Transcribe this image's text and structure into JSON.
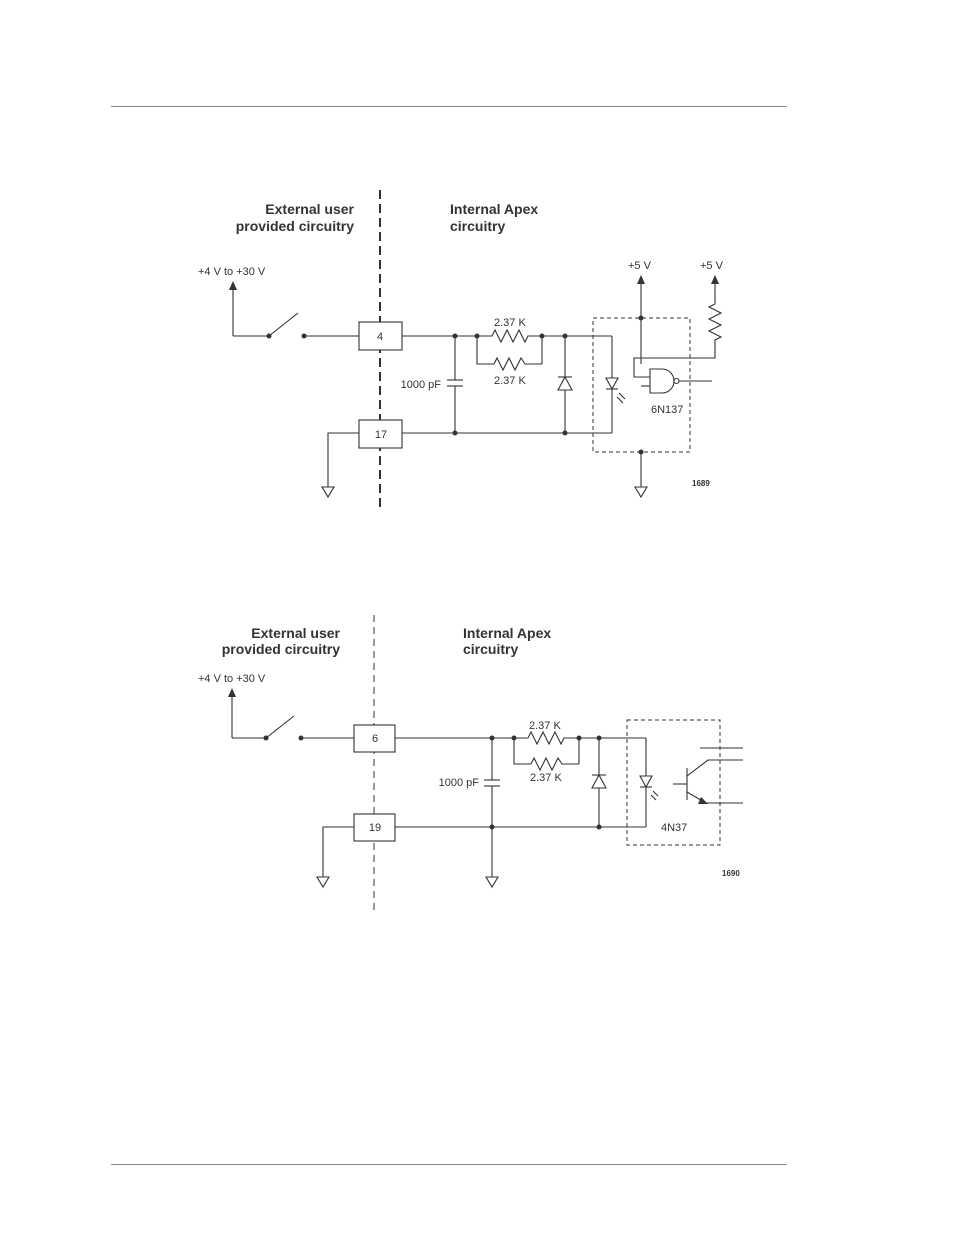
{
  "diagrams": [
    {
      "external_heading": [
        "External user",
        "provided circuitry"
      ],
      "internal_heading": [
        "Internal Apex",
        "circuitry"
      ],
      "supply_label": "+4 V to +30 V",
      "pin_input": "4",
      "pin_ground": "17",
      "capacitor_label": "1000 pF",
      "resistor_top_label": "2.37 K",
      "resistor_bottom_label": "2.37 K",
      "vcc_label_1": "+5 V",
      "vcc_label_2": "+5 V",
      "optocoupler_label": "6N137",
      "figure_number": "1689"
    },
    {
      "external_heading": [
        "External user",
        "provided circuitry"
      ],
      "internal_heading": [
        "Internal Apex",
        "circuitry"
      ],
      "supply_label": "+4 V to +30 V",
      "pin_input": "6",
      "pin_ground": "19",
      "capacitor_label": "1000 pF",
      "resistor_top_label": "2.37 K",
      "resistor_bottom_label": "2.37 K",
      "optocoupler_label": "4N37",
      "figure_number": "1690"
    }
  ]
}
